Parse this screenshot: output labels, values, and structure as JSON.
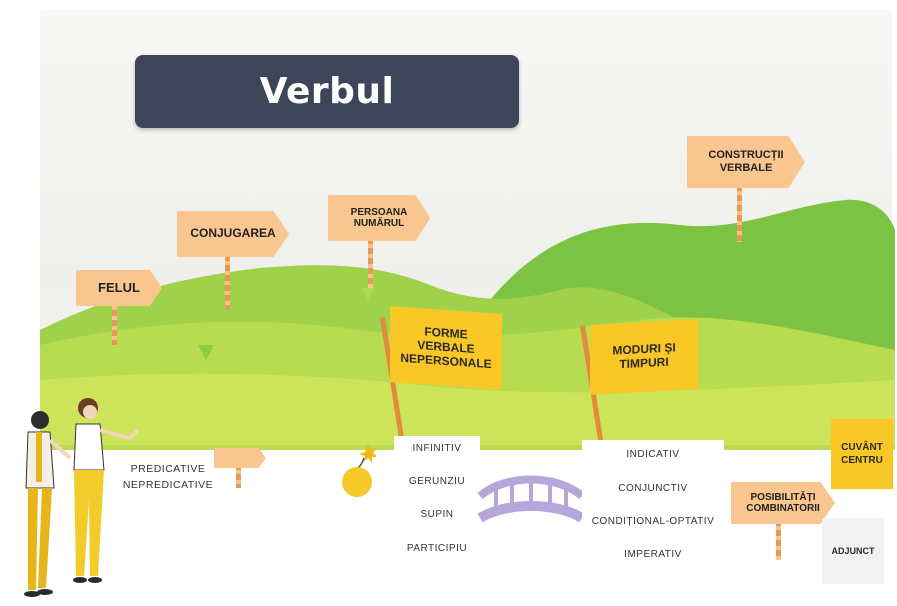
{
  "title": "Verbul",
  "signs": {
    "felul": "FELUL",
    "conjugarea": "CONJUGAREA",
    "persoana_line1": "PERSOANA",
    "persoana_line2": "NUMĂRUL",
    "constructii_line1": "CONSTRUCȚII",
    "constructii_line2": "VERBALE",
    "predicative_sign": "",
    "posibilitati_line1": "POSIBILITĂȚI",
    "posibilitati_line2": "COMBINATORII"
  },
  "flags": {
    "forme_line1": "FORME",
    "forme_line2": "VERBALE",
    "forme_line3": "NEPERSONALE",
    "moduri_line1": "MODURI ȘI",
    "moduri_line2": "TIMPURI"
  },
  "predicative": [
    "PREDICATIVE",
    "NEPREDICATIVE"
  ],
  "nonpersonal_forms": [
    "INFINITIV",
    "GERUNZIU",
    "SUPIN",
    "PARTICIPIU"
  ],
  "moods": [
    "INDICATIV",
    "CONJUNCTIV",
    "CONDIȚIONAL-OPTATIV",
    "IMPERATIV"
  ],
  "cuvant_centru_line1": "CUVÂNT",
  "cuvant_centru_line2": "CENTRU",
  "adjunct": "ADJUNCT",
  "colors": {
    "title_bg": "#3d4559",
    "sign": "#f8c68e",
    "flag": "#f9c726",
    "hill_dark": "#7cc243",
    "hill_light": "#b7dc4f",
    "bridge": "#b7a6d9"
  },
  "icons": [
    "people-illustration-icon",
    "bomb-icon",
    "bridge-icon"
  ]
}
